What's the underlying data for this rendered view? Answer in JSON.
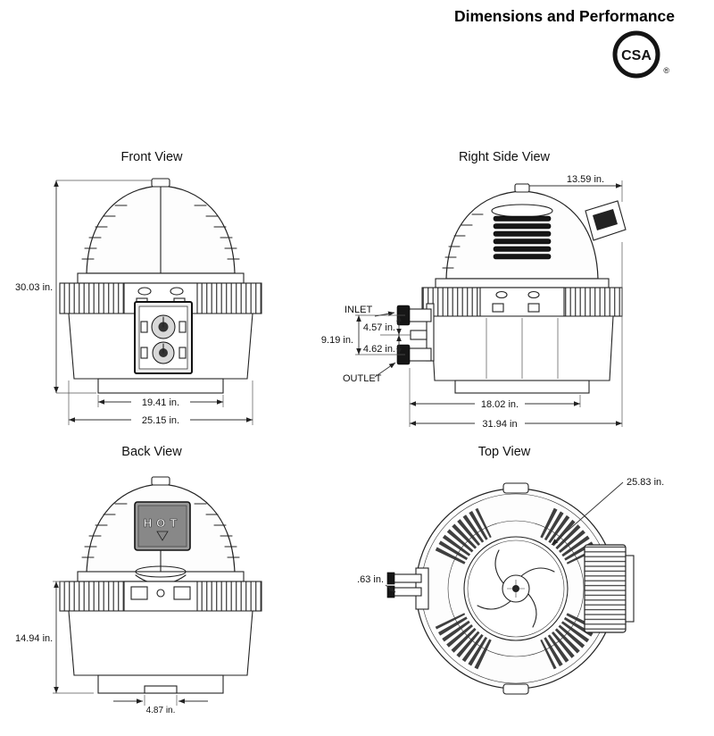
{
  "header": {
    "title": "Dimensions and Performance",
    "csa_logo": "CSA",
    "registered_mark": "®"
  },
  "front_view": {
    "label": "Front View",
    "height": "30.03 in.",
    "base_width": "19.41 in.",
    "overall_width": "25.15 in."
  },
  "right_side_view": {
    "label": "Right Side View",
    "top_width": "13.59 in.",
    "inlet_label": "INLET",
    "inlet_to_center": "4.57 in.",
    "port_span": "9.19 in.",
    "center_to_outlet": "4.62 in.",
    "outlet_label": "OUTLET",
    "base_depth": "18.02 in.",
    "overall_depth": "31.94 in"
  },
  "back_view": {
    "label": "Back View",
    "body_height": "14.94 in.",
    "drain_width": "4.87 in.",
    "hot_label": "HOT"
  },
  "top_view": {
    "label": "Top View",
    "diameter": "25.83 in.",
    "pipe_offset": ".63 in."
  }
}
